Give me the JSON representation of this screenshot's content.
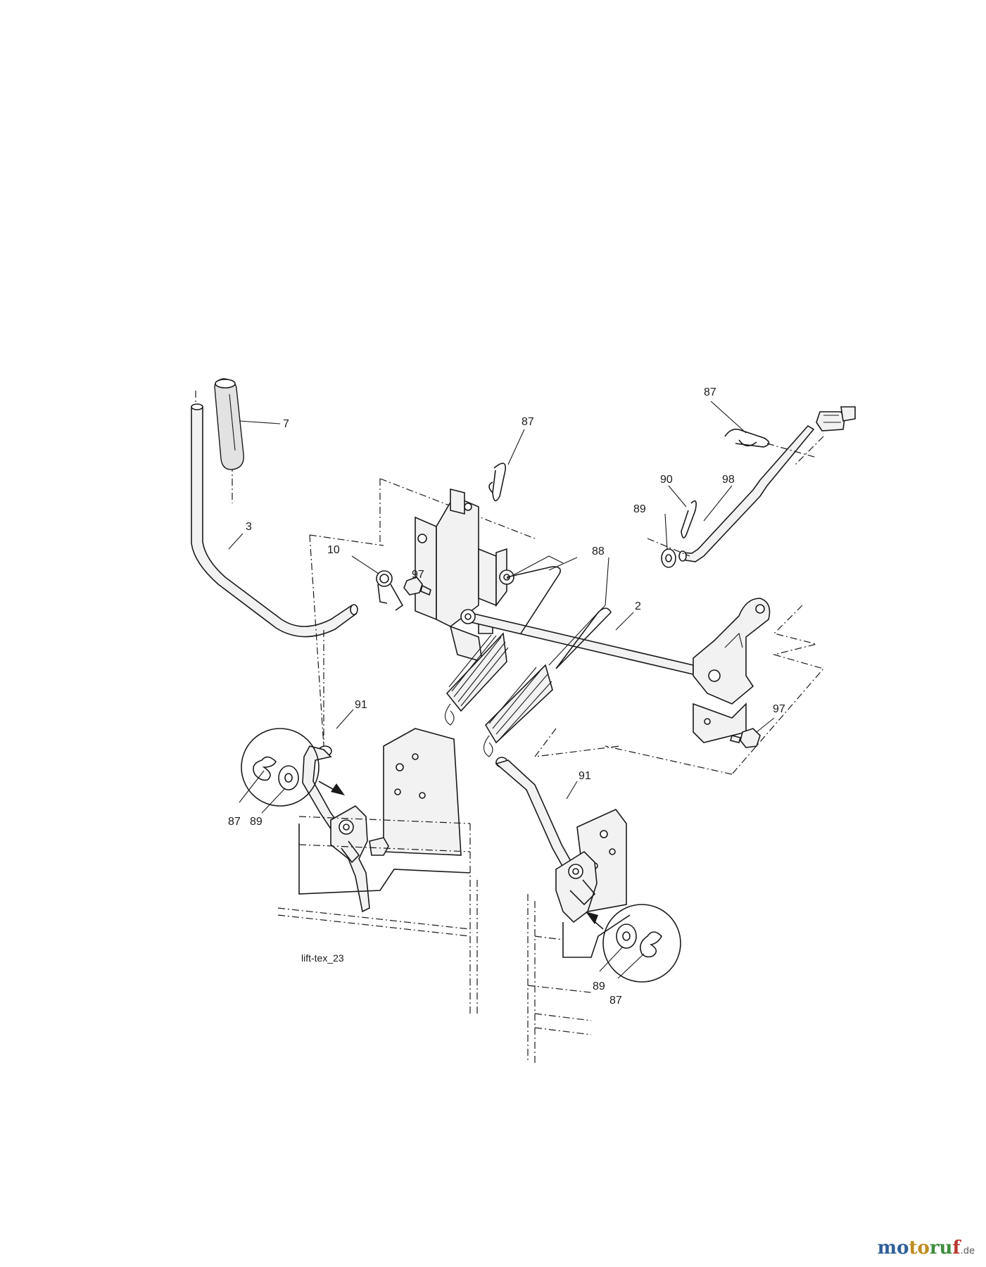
{
  "diagram": {
    "figure_id": "lift-tex_23",
    "callouts": {
      "c7": "7",
      "c3": "3",
      "c87_top": "87",
      "c87_right": "87",
      "c90": "90",
      "c98": "98",
      "c89_right": "89",
      "c10": "10",
      "c97_left": "97",
      "c88": "88",
      "c2": "2",
      "c97_right": "97",
      "c91_left": "91",
      "c87_detail_left": "87",
      "c89_detail_left": "89",
      "c91_right": "91",
      "c89_detail_right": "89",
      "c87_detail_right": "87"
    }
  },
  "watermark": {
    "brand_parts": [
      "mo",
      "to",
      "ru",
      "f"
    ],
    "domain": ".de",
    "colors": [
      "#2d5f9a",
      "#c08a1f",
      "#3e8c3e",
      "#b9352f"
    ]
  }
}
